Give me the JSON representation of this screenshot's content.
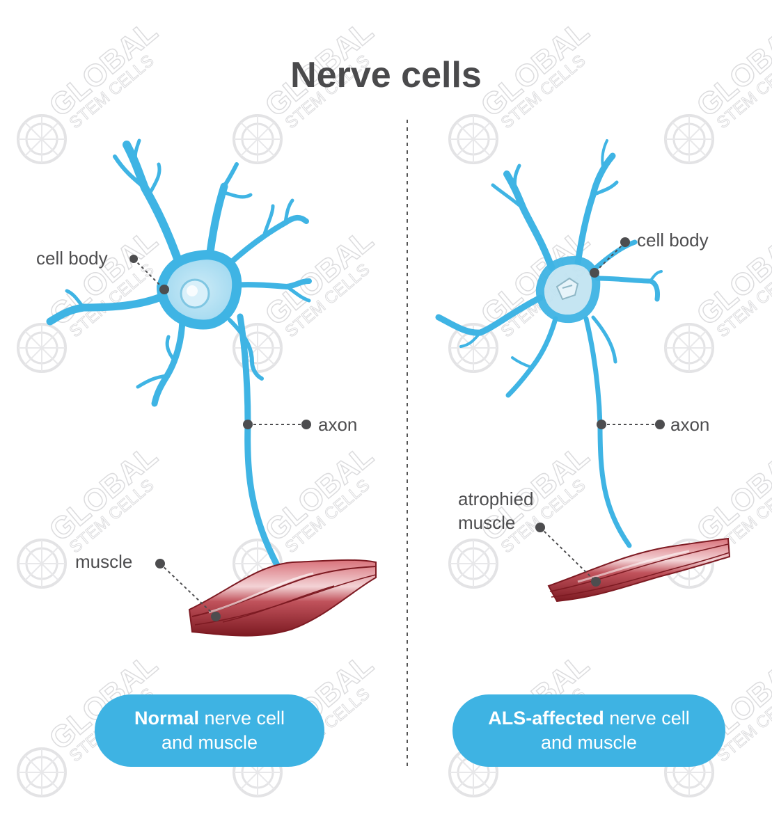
{
  "title": "Nerve cells",
  "watermark": {
    "line1": "GLOBAL",
    "line2": "STEM CELLS"
  },
  "normal": {
    "cell_body_label": "cell body",
    "axon_label": "axon",
    "muscle_label": "muscle",
    "caption_bold": "Normal",
    "caption_rest": " nerve cell",
    "caption_line2": "and muscle"
  },
  "als": {
    "cell_body_label": "cell body",
    "axon_label": "axon",
    "muscle_label_line1": "atrophied",
    "muscle_label_line2": "muscle",
    "caption_bold": "ALS-affected",
    "caption_rest": " nerve cell",
    "caption_line2": "and muscle"
  },
  "colors": {
    "neuron": "#3fb4e4",
    "soma_fill": "#a9dcf0",
    "muscle_dark": "#8a1f26",
    "muscle_mid": "#b8444d",
    "muscle_light": "#f3d3d6",
    "pill": "#3eb3e3",
    "text": "#4d4d4f",
    "pointer": "#4d4d4f",
    "watermark": "#e5e5e7"
  }
}
